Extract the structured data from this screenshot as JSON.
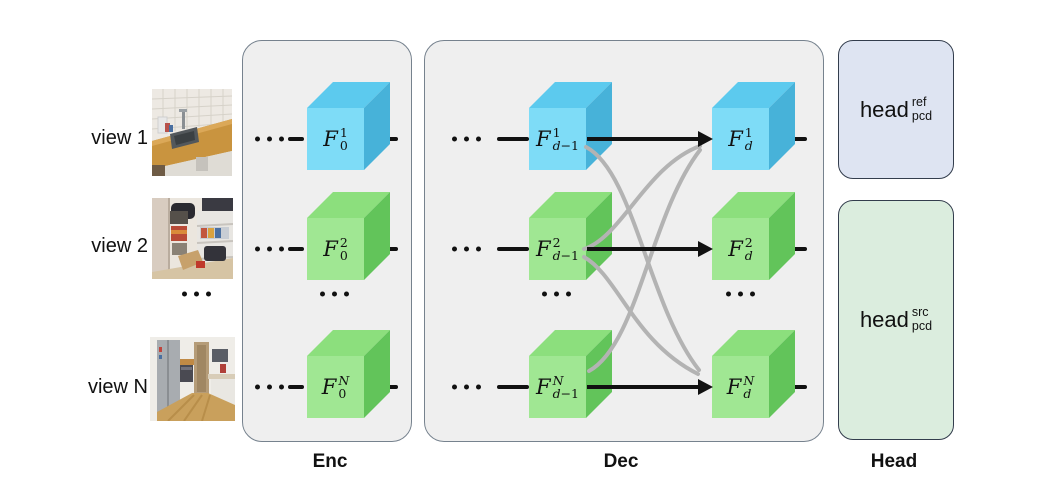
{
  "figure": {
    "views": {
      "items": [
        {
          "label": "view 1",
          "photo": "kitchen-counter-sink"
        },
        {
          "label": "view 2",
          "photo": "storage-shelves"
        },
        {
          "label": "view N",
          "photo": "kitchen-hallway"
        }
      ],
      "ellipsis": "···"
    },
    "enc": {
      "caption": "Enc",
      "ellipsis": "···",
      "rows": [
        {
          "base": "F",
          "sup_num": "1",
          "sub_num": "0",
          "color": "blue"
        },
        {
          "base": "F",
          "sup_num": "2",
          "sub_num": "0",
          "color": "green"
        },
        {
          "base": "F",
          "sup_var": "N",
          "sub_num": "0",
          "color": "green"
        }
      ]
    },
    "dec": {
      "caption": "Dec",
      "ellipsis": "···",
      "rows": [
        {
          "in": {
            "base": "F",
            "sup_num": "1",
            "sub_var": "d",
            "sub_num": "−1"
          },
          "out": {
            "base": "F",
            "sup_num": "1",
            "sub_var": "d"
          },
          "color": "blue"
        },
        {
          "in": {
            "base": "F",
            "sup_num": "2",
            "sub_var": "d",
            "sub_num": "−1"
          },
          "out": {
            "base": "F",
            "sup_num": "2",
            "sub_var": "d"
          },
          "color": "green"
        },
        {
          "in": {
            "base": "F",
            "sup_var": "N",
            "sub_var": "d",
            "sub_num": "−1"
          },
          "out": {
            "base": "F",
            "sup_var": "N",
            "sub_var": "d"
          },
          "color": "green"
        }
      ]
    },
    "head": {
      "caption": "Head",
      "blocks": [
        {
          "base": "head",
          "sup": "ref",
          "sub": "pcd"
        },
        {
          "base": "head",
          "sup": "src",
          "sub": "pcd"
        }
      ]
    }
  },
  "colors": {
    "blue_front": "#7EDCF7",
    "blue_top": "#5CCAEE",
    "blue_side": "#47B2D9",
    "green_front": "#A0E793",
    "green_top": "#8CDF7D",
    "green_side": "#62C45A",
    "panel_bg": "#EFEFEF",
    "panel_border": "#76828E",
    "head_ref_bg": "#DEE4F2",
    "head_src_bg": "#DBEDDE",
    "head_border": "#333D4D",
    "arrow": "#111111",
    "curve": "#B3B3B3"
  }
}
